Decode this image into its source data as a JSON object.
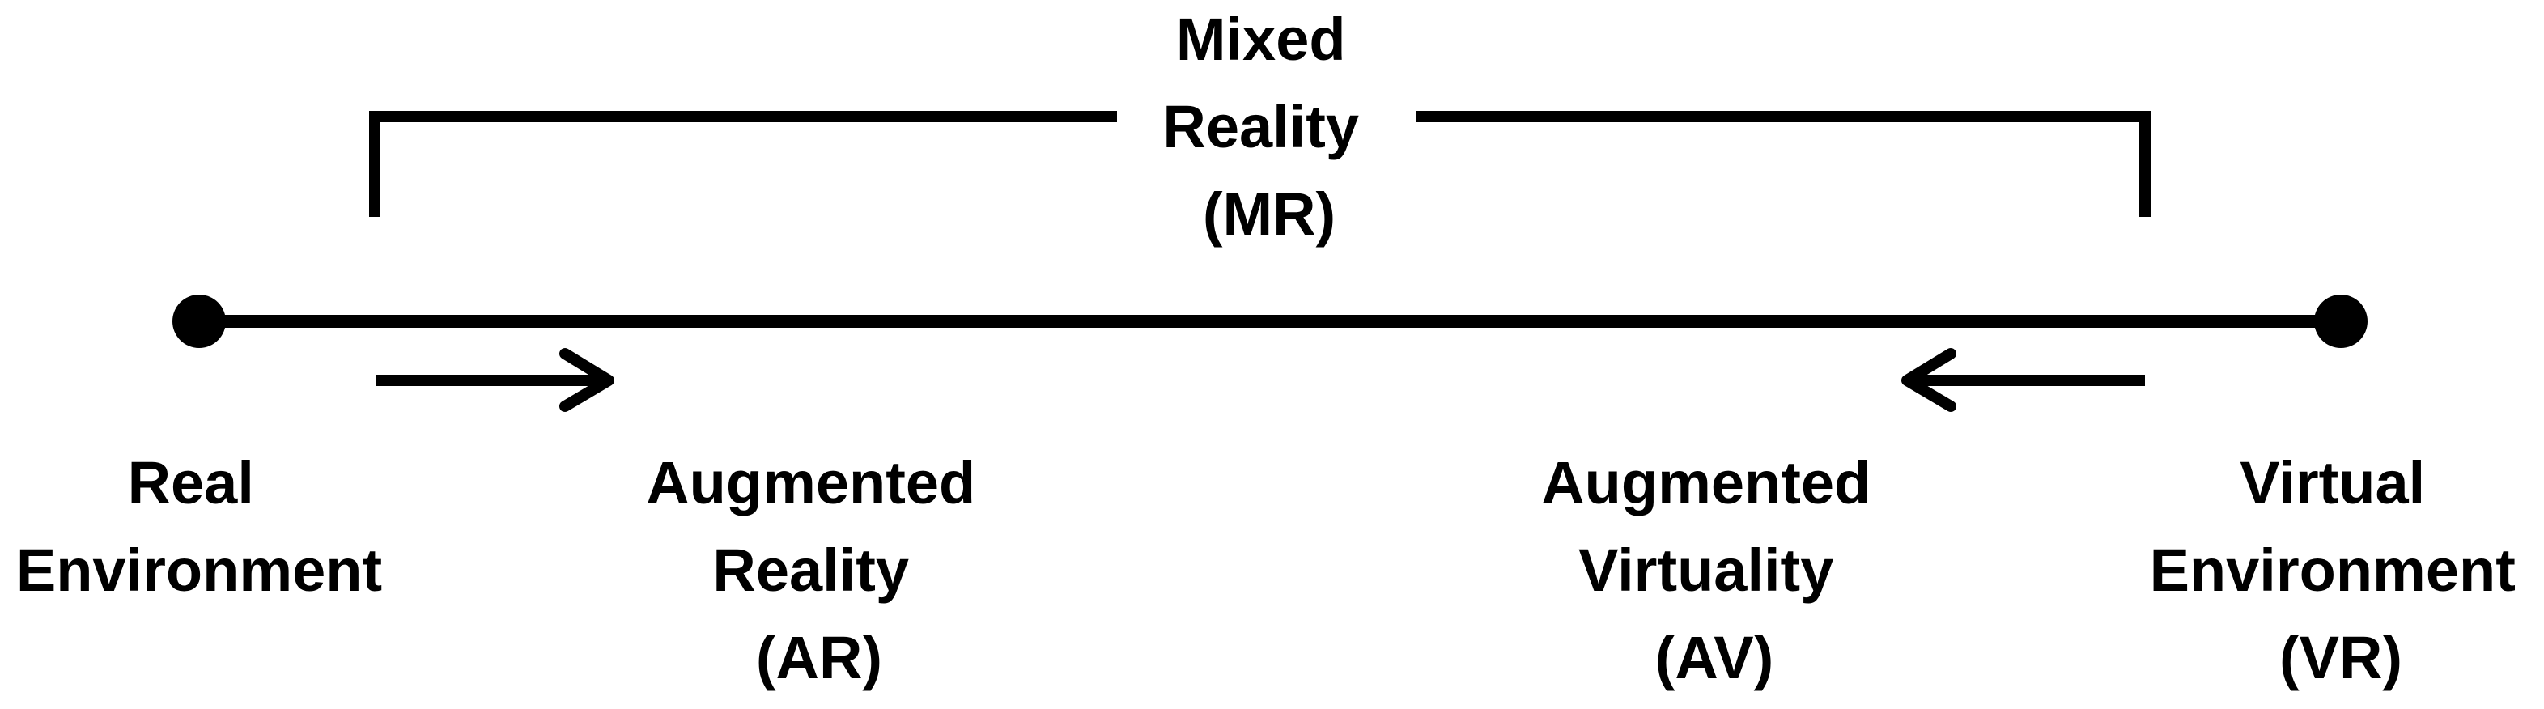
{
  "diagram": {
    "colors": {
      "ink": "#000000",
      "background": "#ffffff"
    },
    "mixed_reality": {
      "lines": [
        "Mixed",
        "Reality",
        "(MR)"
      ]
    },
    "continuum": {
      "left_end": {
        "lines": [
          "Real",
          "Environment"
        ]
      },
      "right_end": {
        "lines": [
          "Virtual",
          "Environment",
          "(VR)"
        ]
      }
    },
    "augmented_reality": {
      "lines": [
        "Augmented",
        "Reality",
        "(AR)"
      ],
      "arrow_direction": "right"
    },
    "augmented_virtuality": {
      "lines": [
        "Augmented",
        "Virtuality",
        "(AV)"
      ],
      "arrow_direction": "left"
    }
  }
}
